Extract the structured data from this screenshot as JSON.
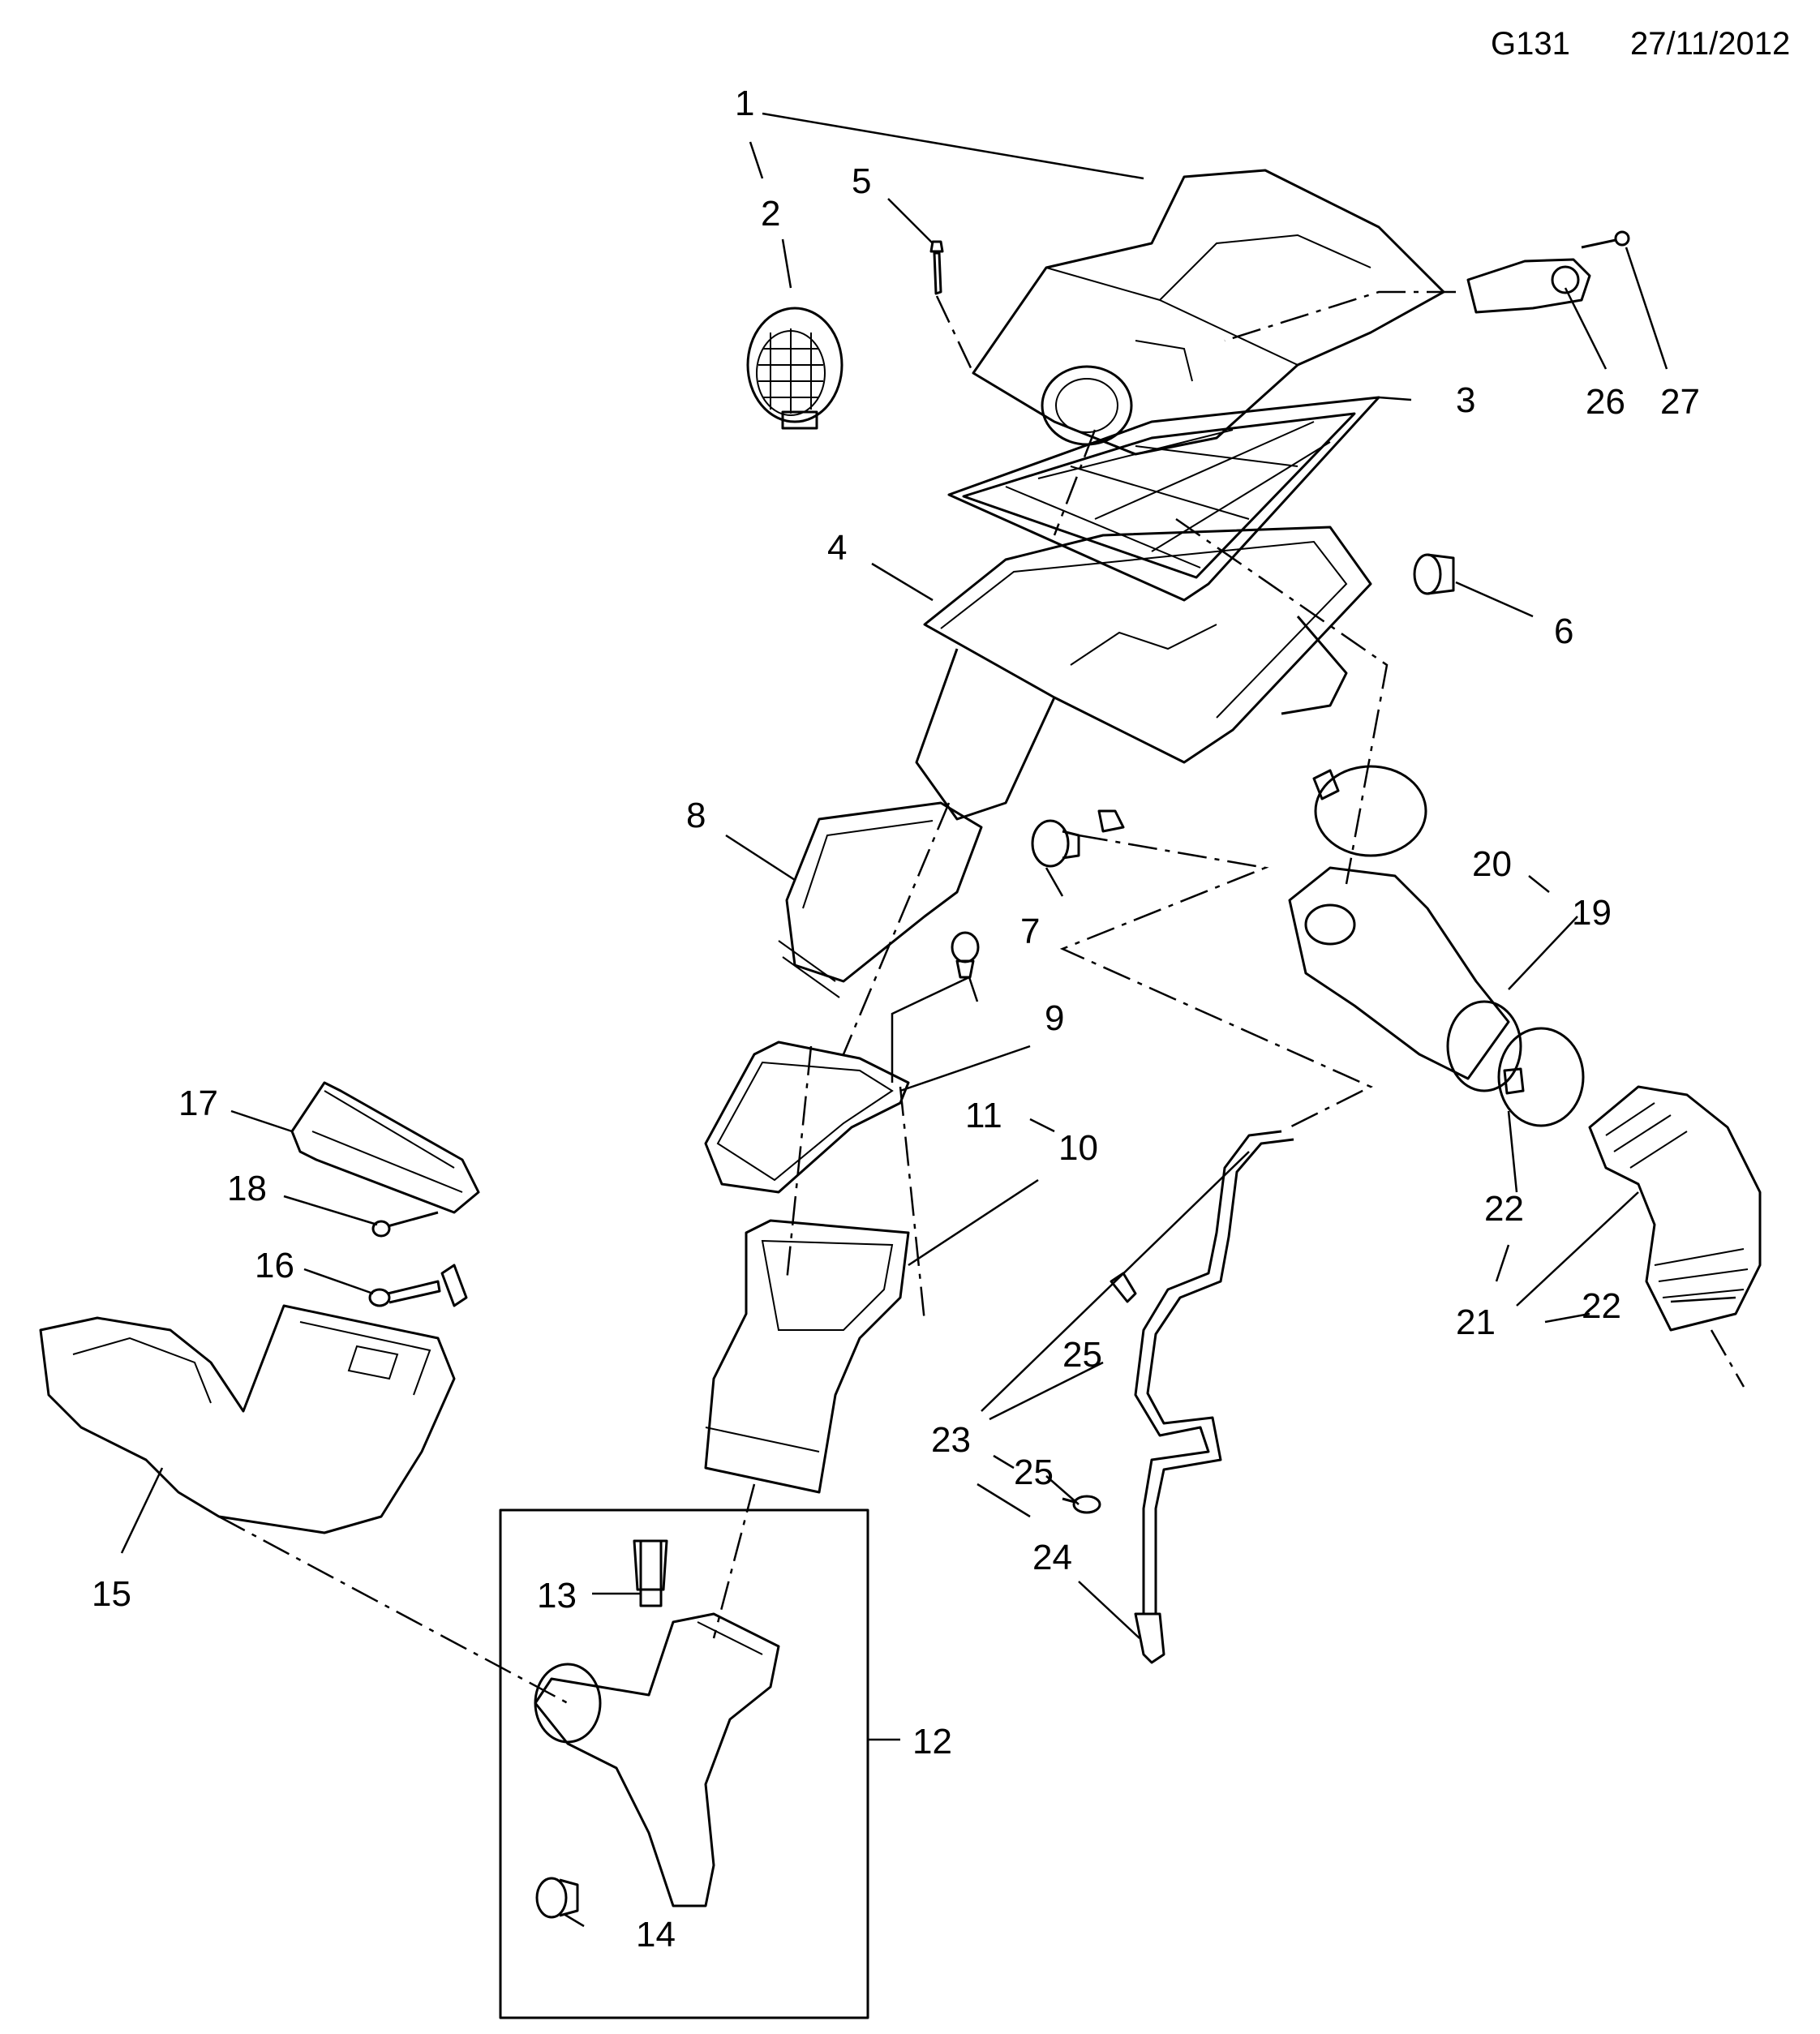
{
  "header": {
    "diagram_code": "G131",
    "date": "27/11/2012"
  },
  "callouts": [
    "1",
    "2",
    "3",
    "4",
    "5",
    "6",
    "7",
    "8",
    "9",
    "10",
    "11",
    "12",
    "13",
    "14",
    "15",
    "16",
    "17",
    "18",
    "19",
    "20",
    "21",
    "22",
    "22",
    "23",
    "24",
    "25",
    "25",
    "26",
    "27"
  ]
}
